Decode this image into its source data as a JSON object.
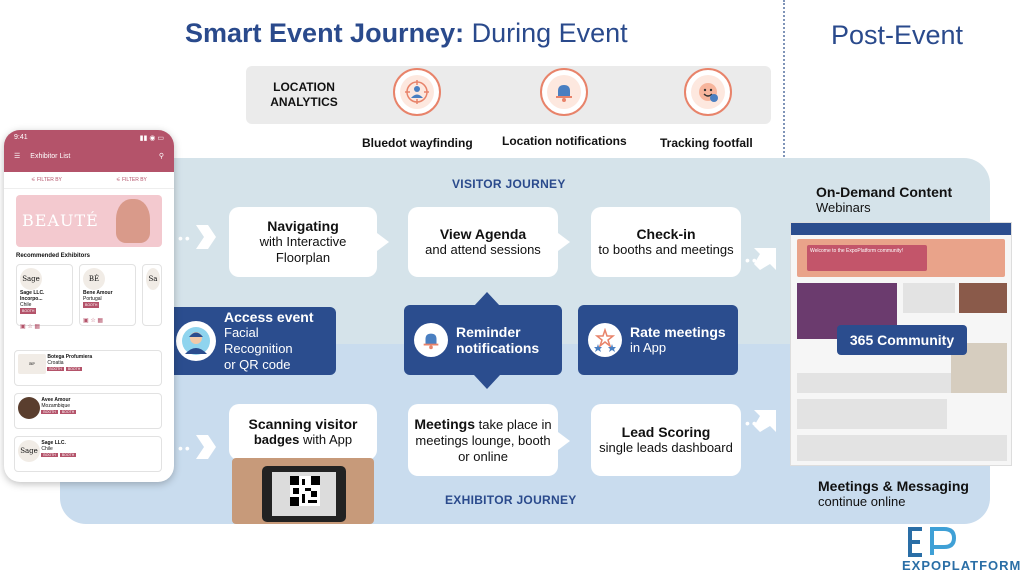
{
  "header": {
    "title_bold": "Smart Event Journey:",
    "title_rest": " During Event",
    "post_title": "Post-Event"
  },
  "location_analytics": {
    "label": "LOCATION ANALYTICS",
    "items": [
      {
        "caption": "Bluedot wayfinding",
        "icon": "person-target-icon"
      },
      {
        "caption": "Location notifications",
        "icon": "bell-icon"
      },
      {
        "caption": "Tracking footfall",
        "icon": "smiley-icon"
      }
    ]
  },
  "visitor_journey": {
    "label": "VISITOR JOURNEY",
    "cards": [
      {
        "title": "Navigating",
        "text": "with Interactive Floorplan"
      },
      {
        "title": "View Agenda",
        "text": "and attend sessions"
      },
      {
        "title": "Check-in",
        "text": "to booths and meetings"
      }
    ]
  },
  "middle": {
    "access": {
      "title": "Access event",
      "line1": "Facial Recognition",
      "line2": "or QR code"
    },
    "reminder": {
      "line1": "Reminder",
      "line2": "notifications"
    },
    "rate": {
      "title": "Rate meetings",
      "text": "in App"
    }
  },
  "exhibitor_journey": {
    "label": "EXHIBITOR JOURNEY",
    "cards": [
      {
        "title": "Scanning visitor",
        "title2": "badges",
        "text": " with App"
      },
      {
        "title": "Meetings",
        "text": " take place in meetings lounge, booth or online"
      },
      {
        "title": "Lead Scoring",
        "text": "single leads dashboard"
      }
    ]
  },
  "post_event": {
    "on_demand_title": "On-Demand Content",
    "on_demand_sub": "Webinars",
    "community": "365 Community",
    "meetings_title": "Meetings & Messaging",
    "meetings_sub": "continue online",
    "screen_hero": "Welcome to the ExpoPlatform community!"
  },
  "phone": {
    "time": "9:41",
    "header": "Exhibitor List",
    "filter1": "FILTER BY",
    "filter2": "FILTER BY",
    "banner": "BEAUTÉ",
    "recommended": "Recommended Exhibitors",
    "cards": [
      {
        "name": "Sage LLC. Incorpo...",
        "country": "Chile",
        "logo": "Sage"
      },
      {
        "name": "Bene Amour",
        "country": "Portugal",
        "logo": "BÉ"
      },
      {
        "name": "Sa",
        "country": "",
        "logo": "Sa"
      }
    ],
    "rows": [
      {
        "name": "Botega Profumiera",
        "country": "Croatia"
      },
      {
        "name": "Avee Amour",
        "country": "Mozambique"
      },
      {
        "name": "Sage LLC.",
        "country": "Chile"
      }
    ],
    "tag": "BOOTH"
  },
  "brand": {
    "logo_mark": "EP",
    "name": "EXPOPLATFORM"
  },
  "colors": {
    "title_blue": "#2a4a8c",
    "dark_blue": "#2b4d8e",
    "band_top": "#d5e3ea",
    "band_bottom": "#c9dcee",
    "accent_orange": "#e8836a",
    "phone_accent": "#b4536a"
  }
}
